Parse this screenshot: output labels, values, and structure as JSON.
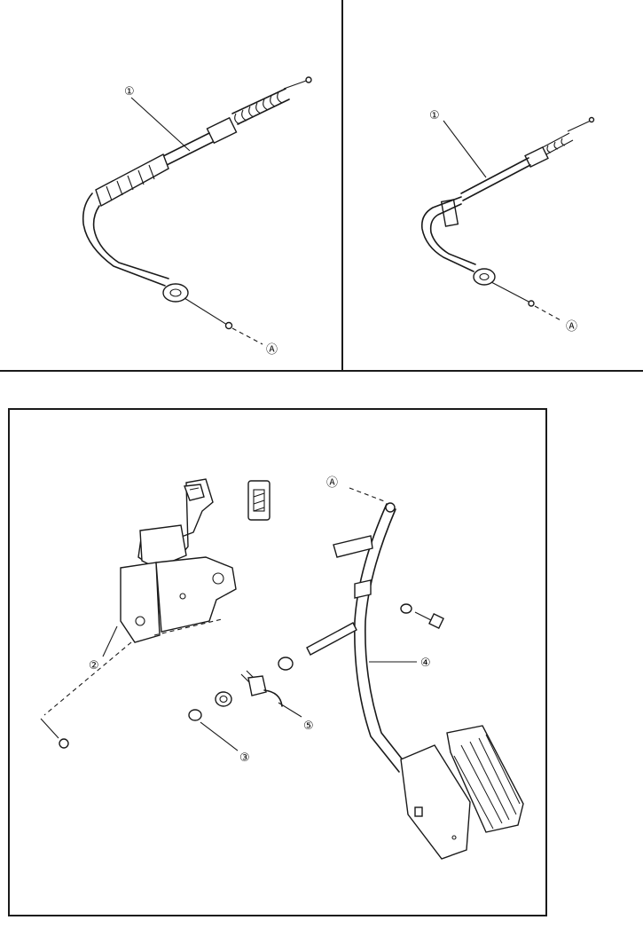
{
  "callouts": {
    "cable_a": "①",
    "cable_b": "①",
    "bracket": "②",
    "bushing": "③",
    "pedal": "④",
    "spring": "⑤"
  },
  "connection_marks": {
    "a_top_left": "Ⓐ",
    "a_top_right": "Ⓐ",
    "a_bottom": "Ⓐ"
  },
  "colors": {
    "ink": "#1a1a1a",
    "paper": "#ffffff"
  }
}
